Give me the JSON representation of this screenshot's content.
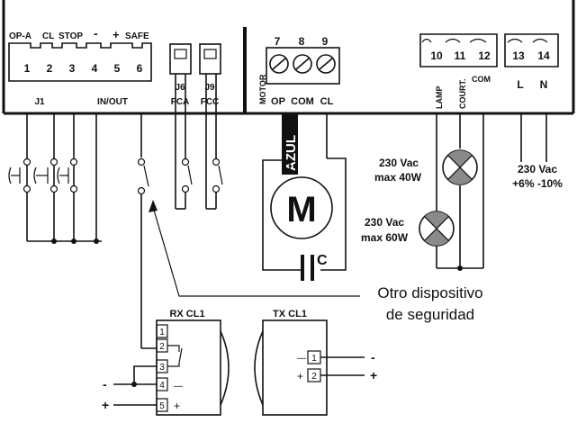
{
  "j1": {
    "terminals": [
      "OP-A",
      "CL",
      "STOP",
      "-",
      "+",
      "SAFE"
    ],
    "numbers": [
      "1",
      "2",
      "3",
      "4",
      "5",
      "6"
    ],
    "label": "J1",
    "inout_label": "IN/OUT"
  },
  "j6": {
    "label": "J6",
    "sub": "FCA"
  },
  "j9": {
    "label": "J9",
    "sub": "FCC"
  },
  "motor_block": {
    "numbers": [
      "7",
      "8",
      "9"
    ],
    "side_label": "MOTOR",
    "terms": [
      "OP",
      "COM",
      "CL"
    ],
    "wire_label": "AZUL",
    "motor_symbol": "M",
    "capacitor_label": "C"
  },
  "lamp_block": {
    "numbers": [
      "10",
      "11",
      "12"
    ],
    "labels": [
      "LAMP",
      "COURT.",
      "COM"
    ]
  },
  "power_block": {
    "numbers": [
      "13",
      "14"
    ],
    "labels": [
      "L",
      "N"
    ],
    "spec": [
      "230 Vac",
      "+6% -10%"
    ]
  },
  "lamp1": {
    "line1": "230 Vac",
    "line2": "max 40W"
  },
  "lamp2": {
    "line1": "230 Vac",
    "line2": "max 60W"
  },
  "annotation": {
    "line1": "Otro dispositivo",
    "line2": "de seguridad"
  },
  "rx": {
    "title": "RX CL1",
    "pins": [
      "1",
      "2",
      "3",
      "4",
      "5"
    ],
    "minus": "-",
    "plus": "+",
    "inner_minus": "—",
    "inner_plus": "+"
  },
  "tx": {
    "title": "TX CL1",
    "pins": [
      "1",
      "2"
    ],
    "inner_minus": "—",
    "inner_plus": "+",
    "minus": "-",
    "plus": "+"
  }
}
